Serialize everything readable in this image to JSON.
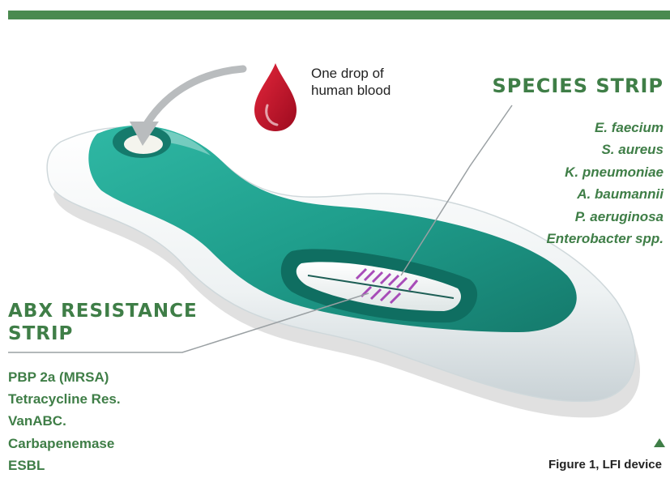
{
  "drop_label": "One drop of human blood",
  "species": {
    "title": "SPECIES STRIP",
    "items": [
      "E. faecium",
      "S. aureus",
      "K. pneumoniae",
      "A. baumannii",
      "P. aeruginosa",
      "Enterobacter spp."
    ]
  },
  "abx": {
    "title": "ABX RESISTANCE STRIP",
    "items": [
      "PBP 2a (MRSA)",
      "Tetracycline Res.",
      "VanABC.",
      "Carbapenemase",
      "ESBL"
    ]
  },
  "figure_caption": "Figure 1, LFI device",
  "colors": {
    "accent_green": "#3f7e47",
    "bar_green": "#4a8a4f",
    "device_teal": "#1f9e8c",
    "blood_red": "#c8102e",
    "test_line_purple": "#9b2fae"
  }
}
